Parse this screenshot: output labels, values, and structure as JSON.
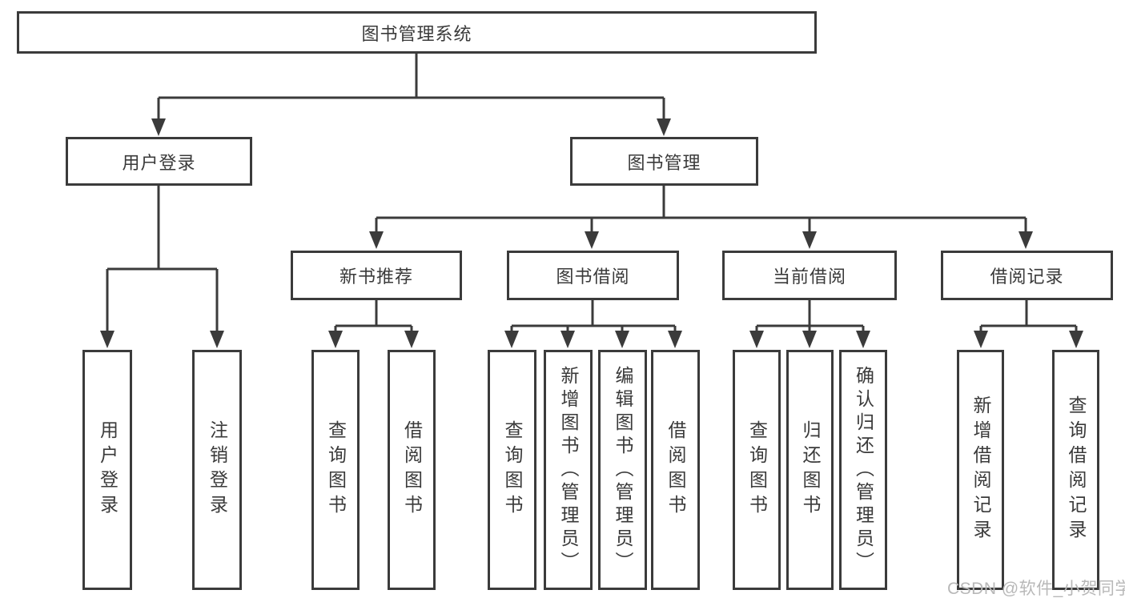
{
  "tree": {
    "root": "图书管理系统",
    "level2": {
      "user_login": "用户登录",
      "book_mgmt": "图书管理"
    },
    "level3": {
      "new_books": "新书推荐",
      "borrowing": "图书借阅",
      "current": "当前借阅",
      "records": "借阅记录"
    },
    "leaves": {
      "user_login": "用户登录",
      "logout": "注销登录",
      "newbook_query": "查询图书",
      "newbook_borrow": "借阅图书",
      "borrow_query": "查询图书",
      "borrow_add": "新增图书（管理员）",
      "borrow_edit": "编辑图书（管理员）",
      "borrow_borrow": "借阅图书",
      "current_query": "查询图书",
      "current_return": "归还图书",
      "current_confirm": "确认归还（管理员）",
      "records_add": "新增借阅记录",
      "records_query": "查询借阅记录"
    }
  },
  "watermark": "CSDN @软件_小贺同学",
  "colors": {
    "line": "#3b3b3b",
    "box_border": "#3b3b3b",
    "text": "#3a3a3a",
    "watermark": "#b8b8b8",
    "background": "#ffffff"
  }
}
